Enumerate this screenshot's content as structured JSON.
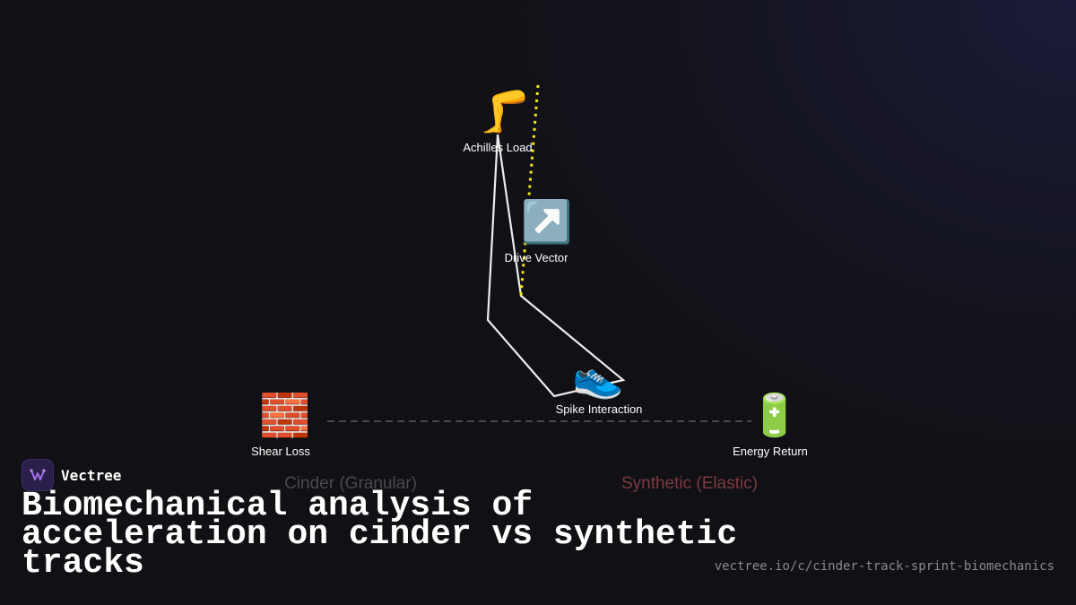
{
  "brand": {
    "name": "Vectree"
  },
  "title": "Biomechanical analysis of acceleration on cinder vs synthetic tracks",
  "url": "vectree.io/c/cinder-track-sprint-biomechanics",
  "nodes": {
    "achilles": {
      "emoji": "🦵",
      "label": "Achilles Load"
    },
    "drive": {
      "emoji": "↗️",
      "label": "Drive Vector"
    },
    "spike": {
      "emoji": "👟",
      "label": "Spike Interaction"
    },
    "shear": {
      "emoji": "🧱",
      "label": "Shear Loss"
    },
    "energy": {
      "emoji": "🔋",
      "label": "Energy Return"
    }
  },
  "zones": {
    "cinder": {
      "label": "Cinder (Granular)",
      "color": "#4a4a4e"
    },
    "synthetic": {
      "label": "Synthetic (Elastic)",
      "color": "#7a3a42"
    }
  },
  "colors": {
    "accent_line": "#f5e617",
    "connector": "#ececec",
    "dashed_axis": "#5a5a5e"
  }
}
